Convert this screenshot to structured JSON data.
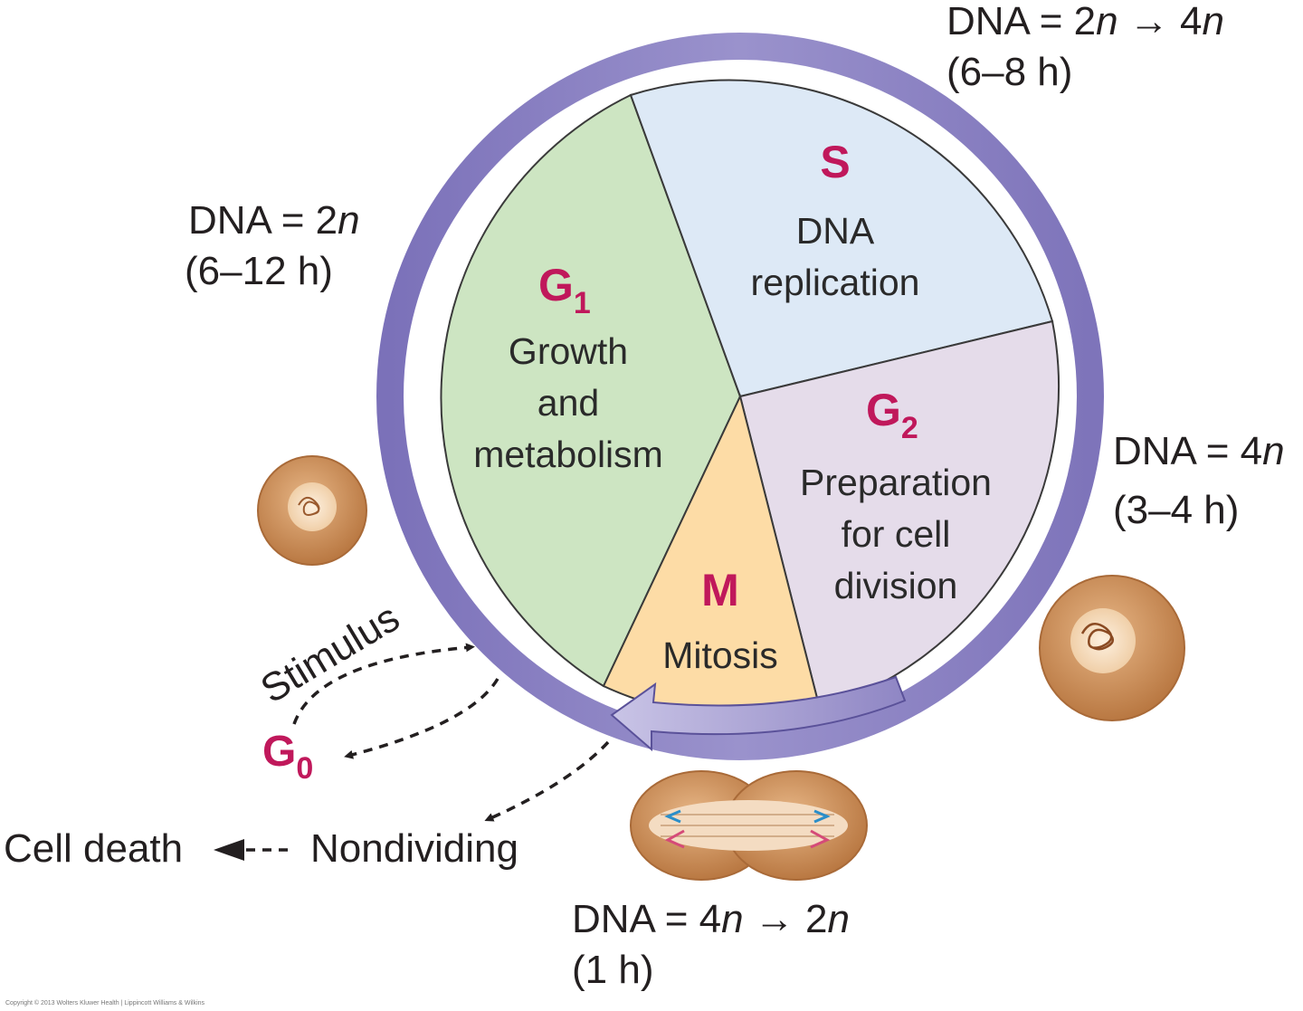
{
  "phases": {
    "g1": {
      "letter": "G",
      "sub": "1",
      "lines": [
        "Growth",
        "and",
        "metabolism"
      ]
    },
    "s": {
      "letter": "S",
      "lines": [
        "DNA",
        "replication"
      ]
    },
    "g2": {
      "letter": "G",
      "sub": "2",
      "lines": [
        "Preparation",
        "for cell",
        "division"
      ]
    },
    "m": {
      "letter": "M",
      "lines": [
        "Mitosis"
      ]
    }
  },
  "dna_labels": {
    "g1": {
      "pre": "DNA = 2",
      "n": "n",
      "arrow": "",
      "post": "",
      "time": "(6–12 h)"
    },
    "s": {
      "pre": "DNA = 2",
      "n": "n",
      "arrow": "→",
      "post": "4",
      "n2": "n",
      "time": "(6–8 h)"
    },
    "g2": {
      "pre": "DNA = 4",
      "n": "n",
      "arrow": "",
      "post": "",
      "time": "(3–4 h)"
    },
    "m": {
      "pre": "DNA = 4",
      "n": "n",
      "arrow": "→",
      "post": "2",
      "n2": "n",
      "time": "(1 h)"
    }
  },
  "g0": {
    "letter": "G",
    "sub": "0"
  },
  "stimulus": "Stimulus",
  "nondividing": "Nondividing",
  "cell_death": "Cell death",
  "copyright": "Copyright © 2013 Wolters Kluwer Health | Lippincott Williams & Wilkins",
  "colors": {
    "g1": "#cde5c2",
    "s": "#dde9f6",
    "g2": "#e5dcea",
    "m": "#fddca6",
    "ring": "#8f86c4",
    "ring_dark": "#7a70b6",
    "phase_text": "#c0185b",
    "cell": "#c9864e"
  }
}
